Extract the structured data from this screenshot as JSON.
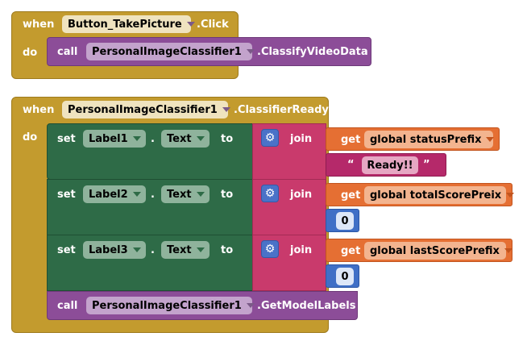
{
  "block1": {
    "when": "when",
    "do": "do",
    "component": "Button_TakePicture",
    "event": ".Click",
    "call": {
      "keyword": "call",
      "component": "PersonalImageClassifier1",
      "method": ".ClassifyVideoData"
    }
  },
  "block2": {
    "when": "when",
    "do": "do",
    "component": "PersonalImageClassifier1",
    "event": ".ClassifierReady",
    "rows": [
      {
        "set": "set",
        "component": "Label1",
        "dot": ".",
        "property": "Text",
        "to": "to",
        "join": "join",
        "get": "get",
        "variable": "global statusPrefix",
        "quote_open": "“",
        "text": "Ready!!",
        "quote_close": "”"
      },
      {
        "set": "set",
        "component": "Label2",
        "dot": ".",
        "property": "Text",
        "to": "to",
        "join": "join",
        "get": "get",
        "variable": "global totalScorePreix",
        "number": "0"
      },
      {
        "set": "set",
        "component": "Label3",
        "dot": ".",
        "property": "Text",
        "to": "to",
        "join": "join",
        "get": "get",
        "variable": "global lastScorePrefix",
        "number": "0"
      }
    ],
    "call": {
      "keyword": "call",
      "component": "PersonalImageClassifier1",
      "method": ".GetModelLabels"
    }
  },
  "icons": {
    "join_settings": "gear-icon",
    "dropdown": "chevron-down-icon"
  },
  "colors": {
    "event": "#c39b2e",
    "procedure": "#8c4d98",
    "setter": "#2e6b47",
    "join": "#c93a6c",
    "variable": "#e56f33",
    "text": "#b5296a",
    "math": "#3f6fc6"
  }
}
